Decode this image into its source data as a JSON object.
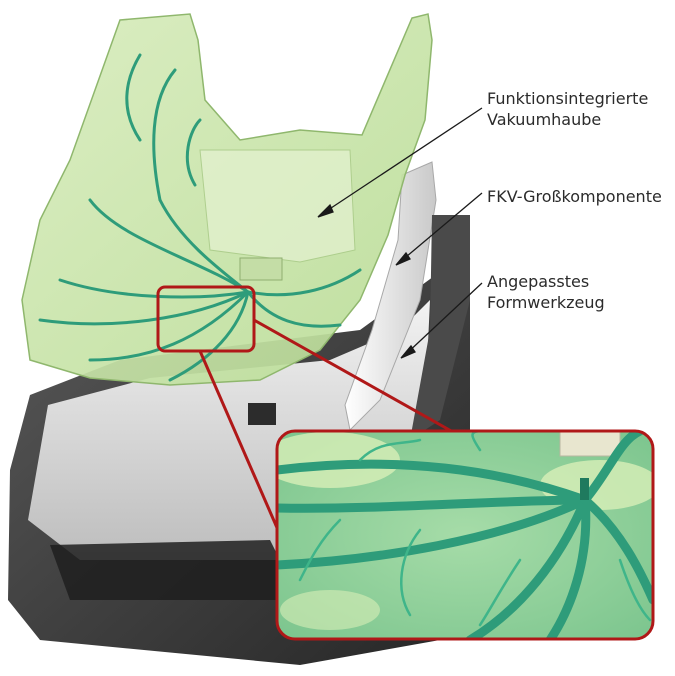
{
  "labels": {
    "hood_line1": "Funktionsintegrierte",
    "hood_line2": "Vakuumhaube",
    "component": "FKV-Großkomponente",
    "tool_line1": "Angepasstes",
    "tool_line2": "Formwerkzeug"
  },
  "colors": {
    "hood": "#cfe6b0",
    "hood_edge": "#9cc079",
    "channel": "#2e9c7a",
    "tool_dark": "#3a3a3a",
    "tool_light": "#d9d9d9",
    "highlight_frame": "#b01818"
  }
}
